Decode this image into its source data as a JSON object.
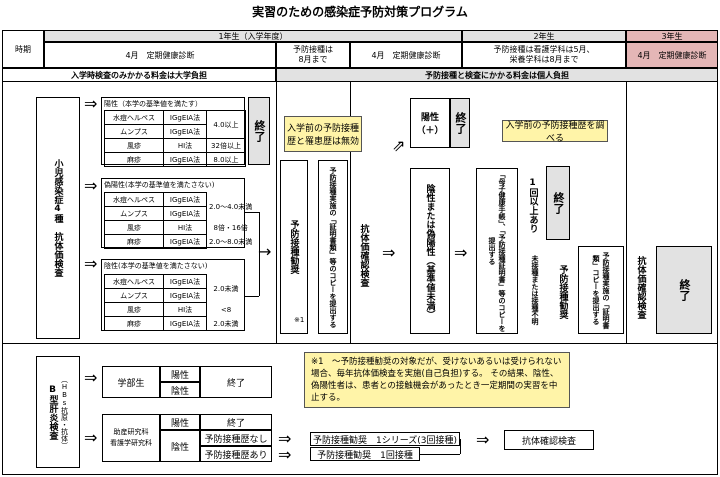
{
  "title": "実習のための感染症予防対策プログラム",
  "header": {
    "period_label": "時期",
    "year1": "1年生（入学年度）",
    "year2": "2年生",
    "year3": "3年生",
    "y1_checkup": "4月　定期健康診断",
    "y1_vacc": "予防接種は\n8月まで",
    "y2_checkup": "4月　定期健康診断",
    "y2_vacc": "予防接種は看護学科は5月、\n栄養学科は8月まで",
    "y3_checkup": "4月　定期健康診断"
  },
  "cost_left": "入学時検査のみかかる料金は大学負担",
  "cost_right": "予防接種と検査にかかる料金は個人負担",
  "left_label": "小児感染症4種　抗体価検査",
  "positive": {
    "head": "陽性（本学の基準値を満たす）",
    "rows": [
      [
        "水痘ヘルペス",
        "IGgEIA法",
        "4.0以上"
      ],
      [
        "ムンプス",
        "IGgEIA法",
        ""
      ],
      [
        "風疹",
        "HI法",
        "32倍以上"
      ],
      [
        "麻疹",
        "IGgEIA法",
        "8.0以上"
      ]
    ],
    "result": "終了"
  },
  "pseudo": {
    "head": "偽陽性(本学の基準値を満たさない)",
    "rows": [
      [
        "水痘ヘルペス",
        "IGgEIA法",
        "2.0～4.0未満"
      ],
      [
        "ムンプス",
        "IGgEIA法",
        ""
      ],
      [
        "風疹",
        "HI法",
        "8倍・16倍"
      ],
      [
        "麻疹",
        "IGgEIA法",
        "2.0～8.0未満"
      ]
    ]
  },
  "negative": {
    "head": "陰性(本学の基準値を満たさない)",
    "rows": [
      [
        "水痘ヘルペス",
        "IGgEIA法",
        "2.0未満"
      ],
      [
        "ムンプス",
        "IGgEIA法",
        ""
      ],
      [
        "風疹",
        "HI法",
        "<8"
      ],
      [
        "麻疹",
        "IGgEIA法",
        "2.0未満"
      ]
    ]
  },
  "vacc_recommend": "予防接種勧奨",
  "callout1": "入学前の予防接種歴と罹患歴は無効",
  "submit_cert": "予防接種実施の「証明書類」等のコピーを提出する",
  "antibody_check1": "抗体価確認検査",
  "pos2_label": "陽性（＋）",
  "pos2_result": "終了",
  "neg2_label": "陰性または偽陽性（基準値未満）",
  "callout2": "入学前の予防接種歴を調べる",
  "submit_record": "「母子健康手帳」、「予防接種証明書」等のコピーを提出する",
  "once_more": "1回以上あり",
  "once_result": "終了",
  "unvacc": "未接種または接種不明",
  "vacc_recommend2": "予防接種勧奨",
  "submit_cert2": "予防接種実施の「証明書類」コピーを提出する",
  "antibody_check2": "抗体価確認検査",
  "final_result": "終了",
  "note_mark": "※1",
  "note": "※1　～予防接種勧奨の対象だが、受けないあるいは受けられない場合、毎年抗体価検査を実施(自己負担)する。 その結果、陰性、偽陽性者は、患者との接触機会があったとき一定期間の実習を中止する。",
  "hepb_label": "B型肝炎検査",
  "hepb_sub": "（HBs抗原・抗体）",
  "students": "学部生",
  "students_pos": "陽性",
  "students_neg": "陰性",
  "students_result": "終了",
  "grad": "助産研究科\n看護学研究科",
  "grad_pos": "陽性",
  "grad_pos_result": "終了",
  "grad_neg": "陰性",
  "grad_no_hist": "予防接種歴なし",
  "grad_hist": "予防接種歴あり",
  "grad_vacc1": "予防接種勧奨　1シリーズ(3回接種)",
  "grad_vacc2": "予防接種勧奨　1回接種",
  "grad_check": "抗体確認検査"
}
